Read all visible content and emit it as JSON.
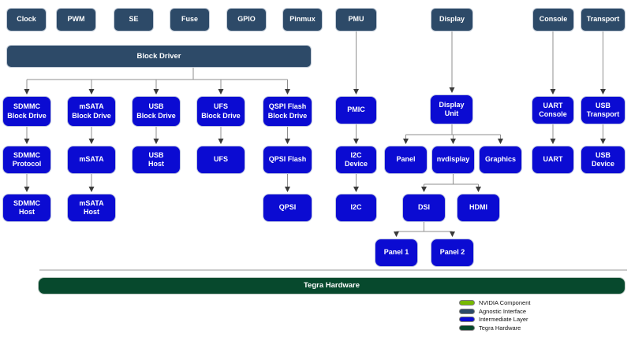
{
  "colors": {
    "agnostic": "#2d4a68",
    "intermediate": "#0b0bd2",
    "tegra_green": "#07492d",
    "nvidia_green": "#76b900",
    "line": "#8f8f8f"
  },
  "nodes": {
    "clock": "Clock",
    "pwm": "PWM",
    "se": "SE",
    "fuse": "Fuse",
    "gpio": "GPIO",
    "pinmux": "Pinmux",
    "pmu": "PMU",
    "display": "Display",
    "console": "Console",
    "transport": "Transport",
    "block_driver": "Block Driver",
    "sdmmc_block_drive": "SDMMC\nBlock Drive",
    "msata_block_drive": "mSATA\nBlock Drive",
    "usb_block_drive": "USB\nBlock Drive",
    "ufs_block_drive": "UFS\nBlock Drive",
    "qspi_flash_block_drive": "QSPI Flash\nBlock Drive",
    "pmic": "PMIC",
    "display_unit": "Display\nUnit",
    "uart_console": "UART\nConsole",
    "usb_transport": "USB\nTransport",
    "sdmmc_protocol": "SDMMC\nProtocol",
    "msata": "mSATA",
    "usb_host": "USB\nHost",
    "ufs": "UFS",
    "qpsi_flash": "QPSI Flash",
    "i2c_device": "I2C\nDevice",
    "panel": "Panel",
    "nvdisplay": "nvdisplay",
    "graphics": "Graphics",
    "uart": "UART",
    "usb_device": "USB\nDevice",
    "sdmmc_host": "SDMMC\nHost",
    "msata_host": "mSATA\nHost",
    "qpsi": "QPSI",
    "i2c": "I2C",
    "dsi": "DSI",
    "hdmi": "HDMI",
    "panel_1": "Panel 1",
    "panel_2": "Panel 2",
    "tegra_hardware": "Tegra Hardware"
  },
  "legend": {
    "items": [
      {
        "label": "NVIDIA Component",
        "color": "#76b900"
      },
      {
        "label": "Agnostic Interface",
        "color": "#2d4a68"
      },
      {
        "label": "Intermediate Layer",
        "color": "#0b0bd2"
      },
      {
        "label": "Tegra Hardware",
        "color": "#07492d"
      }
    ]
  }
}
